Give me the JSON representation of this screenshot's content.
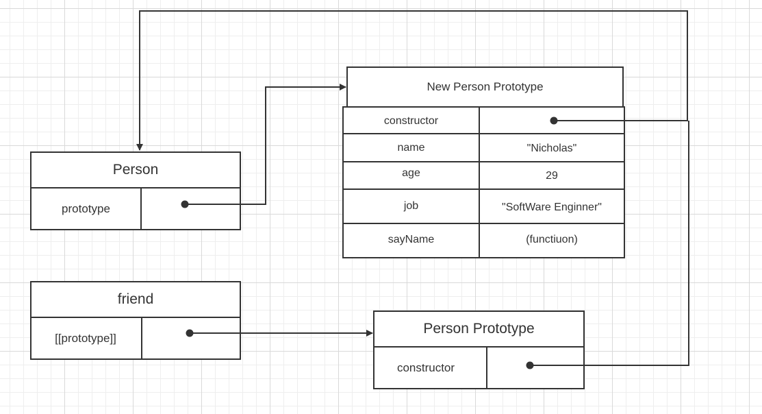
{
  "diagram": {
    "person": {
      "title": "Person",
      "field": "prototype"
    },
    "friend": {
      "title": "friend",
      "field": "[[prototype]]"
    },
    "new_person_prototype": {
      "title": "New Person Prototype",
      "rows": [
        {
          "key": "constructor",
          "value": ""
        },
        {
          "key": "name",
          "value": "\"Nicholas\""
        },
        {
          "key": "age",
          "value": "29"
        },
        {
          "key": "job",
          "value": "\"SoftWare Enginner\""
        },
        {
          "key": "sayName",
          "value": "(functiuon)"
        }
      ]
    },
    "person_prototype": {
      "title": "Person Prototype",
      "field": "constructor"
    }
  },
  "colors": {
    "stroke": "#333333",
    "grid_major": "#d9d9d9",
    "grid_minor": "#eeeeee"
  }
}
